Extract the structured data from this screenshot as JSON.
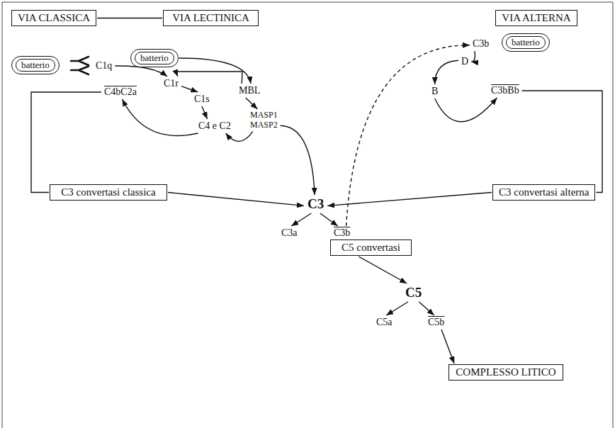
{
  "diagram": {
    "nodes": [
      {
        "text": [
          "VIA CLASSICA"
        ]
      },
      {
        "text": [
          "VIA LECTINICA"
        ]
      },
      {
        "text": [
          "VIA ALTERNA"
        ]
      },
      {
        "text": [
          "batterio"
        ]
      },
      {
        "text": [
          "C1q"
        ]
      },
      {
        "text": [
          "batterio"
        ]
      },
      {
        "text": [
          "MBL"
        ]
      },
      {
        "text": [
          "C1r"
        ]
      },
      {
        "text": [
          "C1s"
        ]
      },
      {
        "text": [
          "C4 e C2"
        ]
      },
      {
        "text": [
          "MASP1 MASP2"
        ]
      },
      {
        "text": [
          "C4bC2a"
        ]
      },
      {
        "text": [
          "C3 convertasi classica"
        ]
      },
      {
        "text": [
          "C3"
        ]
      },
      {
        "text": [
          "C3a"
        ]
      },
      {
        "text": [
          "C3b"
        ]
      },
      {
        "text": [
          "C5 convertasi"
        ]
      },
      {
        "text": [
          "C5"
        ]
      },
      {
        "text": [
          "C5a"
        ]
      },
      {
        "text": [
          "C5b"
        ]
      },
      {
        "text": [
          "COMPLESSO LITICO"
        ]
      },
      {
        "text": [
          "C3b"
        ]
      },
      {
        "text": [
          "batterio"
        ]
      },
      {
        "text": [
          "D"
        ]
      },
      {
        "text": [
          "B"
        ]
      },
      {
        "text": [
          "C3bBb"
        ]
      },
      {
        "text": [
          "C3 convertasi alterna"
        ]
      }
    ],
    "edges": [
      {
        "from": 0,
        "to": 1,
        "arrow": "none"
      },
      {
        "from": 4,
        "to": 7,
        "arrow": "to"
      },
      {
        "from": 7,
        "to": 8,
        "arrow": "to"
      },
      {
        "from": 8,
        "to": 9,
        "arrow": "to"
      },
      {
        "from": 5,
        "to": 6,
        "arrow": "to"
      },
      {
        "from": 6,
        "to": 7,
        "arrow": "to"
      },
      {
        "from": 6,
        "to": 10,
        "arrow": "to"
      },
      {
        "from": 10,
        "to": 9,
        "arrow": "to"
      },
      {
        "from": 10,
        "to": 13,
        "arrow": "to"
      },
      {
        "from": 9,
        "to": 11,
        "arrow": "to"
      },
      {
        "from": 11,
        "to": 12,
        "arrow": "none"
      },
      {
        "from": 12,
        "to": 13,
        "arrow": "to"
      },
      {
        "from": 26,
        "to": 13,
        "arrow": "to"
      },
      {
        "from": 25,
        "to": 26,
        "arrow": "none"
      },
      {
        "from": 13,
        "to": 14,
        "arrow": "to"
      },
      {
        "from": 13,
        "to": 15,
        "arrow": "to"
      },
      {
        "from": 15,
        "to": 21,
        "arrow": "to"
      },
      {
        "from": 16,
        "to": 17,
        "arrow": "to"
      },
      {
        "from": 17,
        "to": 18,
        "arrow": "to"
      },
      {
        "from": 17,
        "to": 19,
        "arrow": "to"
      },
      {
        "from": 19,
        "to": 20,
        "arrow": "to"
      },
      {
        "from": 21,
        "to": 23,
        "arrow": "to"
      },
      {
        "from": 23,
        "to": 24,
        "arrow": "to"
      },
      {
        "from": 24,
        "to": 25,
        "arrow": "to"
      }
    ]
  }
}
